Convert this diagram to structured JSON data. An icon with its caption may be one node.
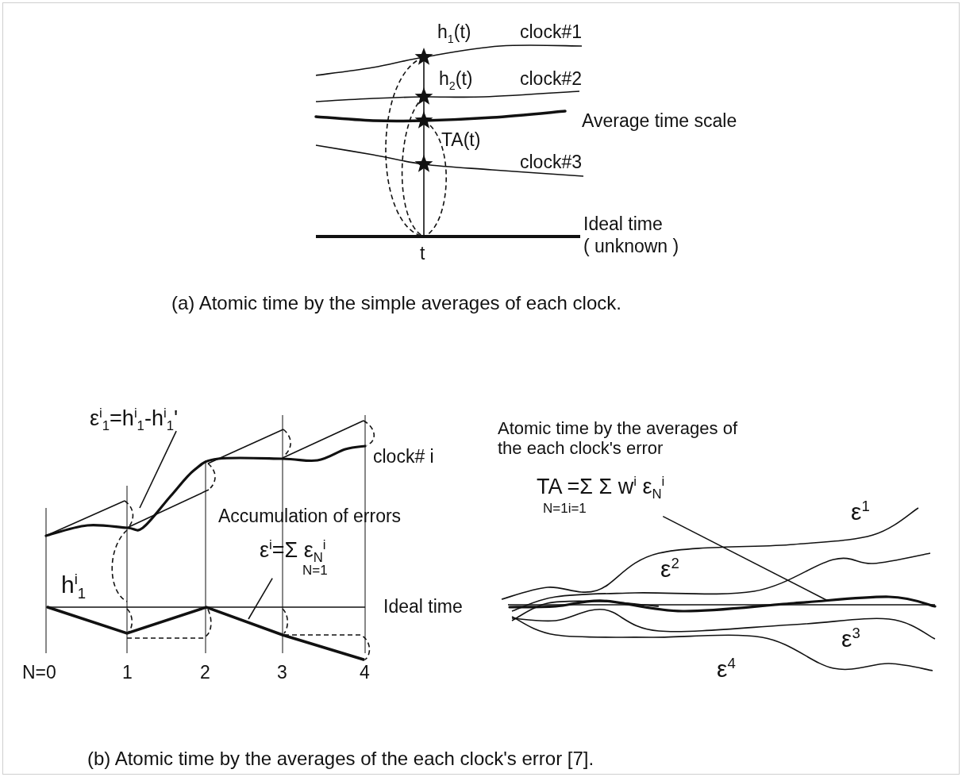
{
  "diagram": {
    "nodes": [
      {
        "text": [
          "ε$^{i}$$_{1}$=h$^{i}$$_{1}$-h$^{i}$$_{1}$'"
        ]
      },
      {
        "text": [
          "ε$^{i}$=Σ ε$_{N}$$^{i}$",
          "N=1"
        ]
      },
      {
        "text": [
          "TA =Σ Σ w$^{i}$ ε$_{N}$$^{i}$",
          "N=1i=1"
        ]
      }
    ],
    "edges": [
      {
        "from": 0,
        "to": null,
        "arrow": "none"
      },
      {
        "from": 1,
        "to": null,
        "arrow": "none"
      },
      {
        "from": 2,
        "to": null,
        "arrow": "none"
      }
    ],
    "labels": [
      "h$_{1}$(t)",
      "clock#1",
      "h$_{2}$(t)",
      "clock#2",
      "Average time scale",
      "TA(t)",
      "clock#3",
      "Ideal time",
      "( unknown )",
      "t",
      "(a) Atomic time by the simple averages of each clock.",
      "clock# i",
      "Accumulation of errors",
      "h$^{i}$$_{1}$",
      "Ideal time",
      "N=0",
      "1",
      "2",
      "3",
      "4",
      "Atomic time by the averages of the each clock's error",
      "ε$^{1}$",
      "ε$^{2}$",
      "ε$^{3}$",
      "ε$^{4}$",
      "(b)   Atomic time by the averages of the each clock's error [7]."
    ]
  }
}
